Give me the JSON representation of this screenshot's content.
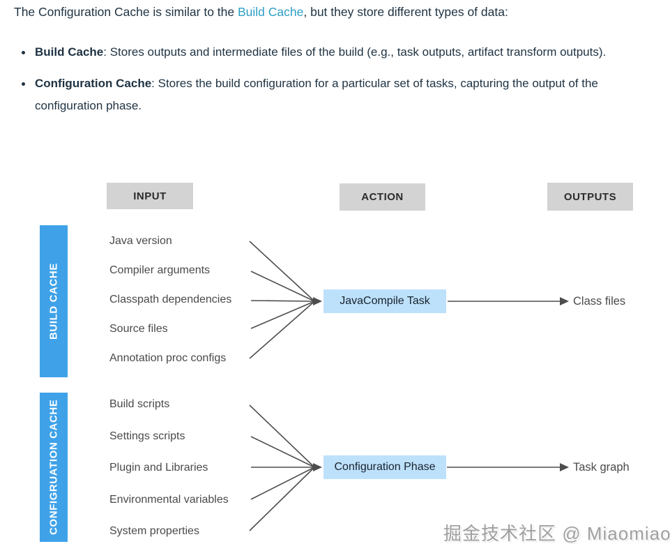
{
  "intro": {
    "prefix": "The Configuration Cache is similar to the ",
    "link": "Build Cache",
    "suffix": ", but they store different types of data:"
  },
  "bullets": [
    {
      "term": "Build Cache",
      "text": ": Stores outputs and intermediate files of the build (e.g., task outputs, artifact transform outputs)."
    },
    {
      "term": "Configuration Cache",
      "text": ": Stores the build configuration for a particular set of tasks, capturing the output of the configuration phase."
    }
  ],
  "diagram": {
    "column_headers": {
      "input": "INPUT",
      "action": "ACTION",
      "outputs": "OUTPUTS"
    },
    "sections": [
      {
        "label": "BUILD CACHE",
        "inputs": [
          "Java version",
          "Compiler arguments",
          "Classpath dependencies",
          "Source files",
          "Annotation proc configs"
        ],
        "action": "JavaCompile Task",
        "output": "Class files"
      },
      {
        "label": "CONFIGRUATION CACHE",
        "inputs": [
          "Build scripts",
          "Settings scripts",
          "Plugin and Libraries",
          "Environmental variables",
          "System properties"
        ],
        "action": "Configuration Phase",
        "output": "Task graph"
      }
    ]
  },
  "watermark": {
    "text": "掘金技术社区 @ Miaomiao"
  },
  "colors": {
    "body_text": "#1e3242",
    "link": "#2d9fc6",
    "header_box": "#d3d3d3",
    "cache_bar": "#3fa2e9",
    "action_box": "#bee1fb",
    "label_text": "#4a4a4a",
    "connector": "#4d4d4d",
    "watermark": "#9f9f9f"
  }
}
